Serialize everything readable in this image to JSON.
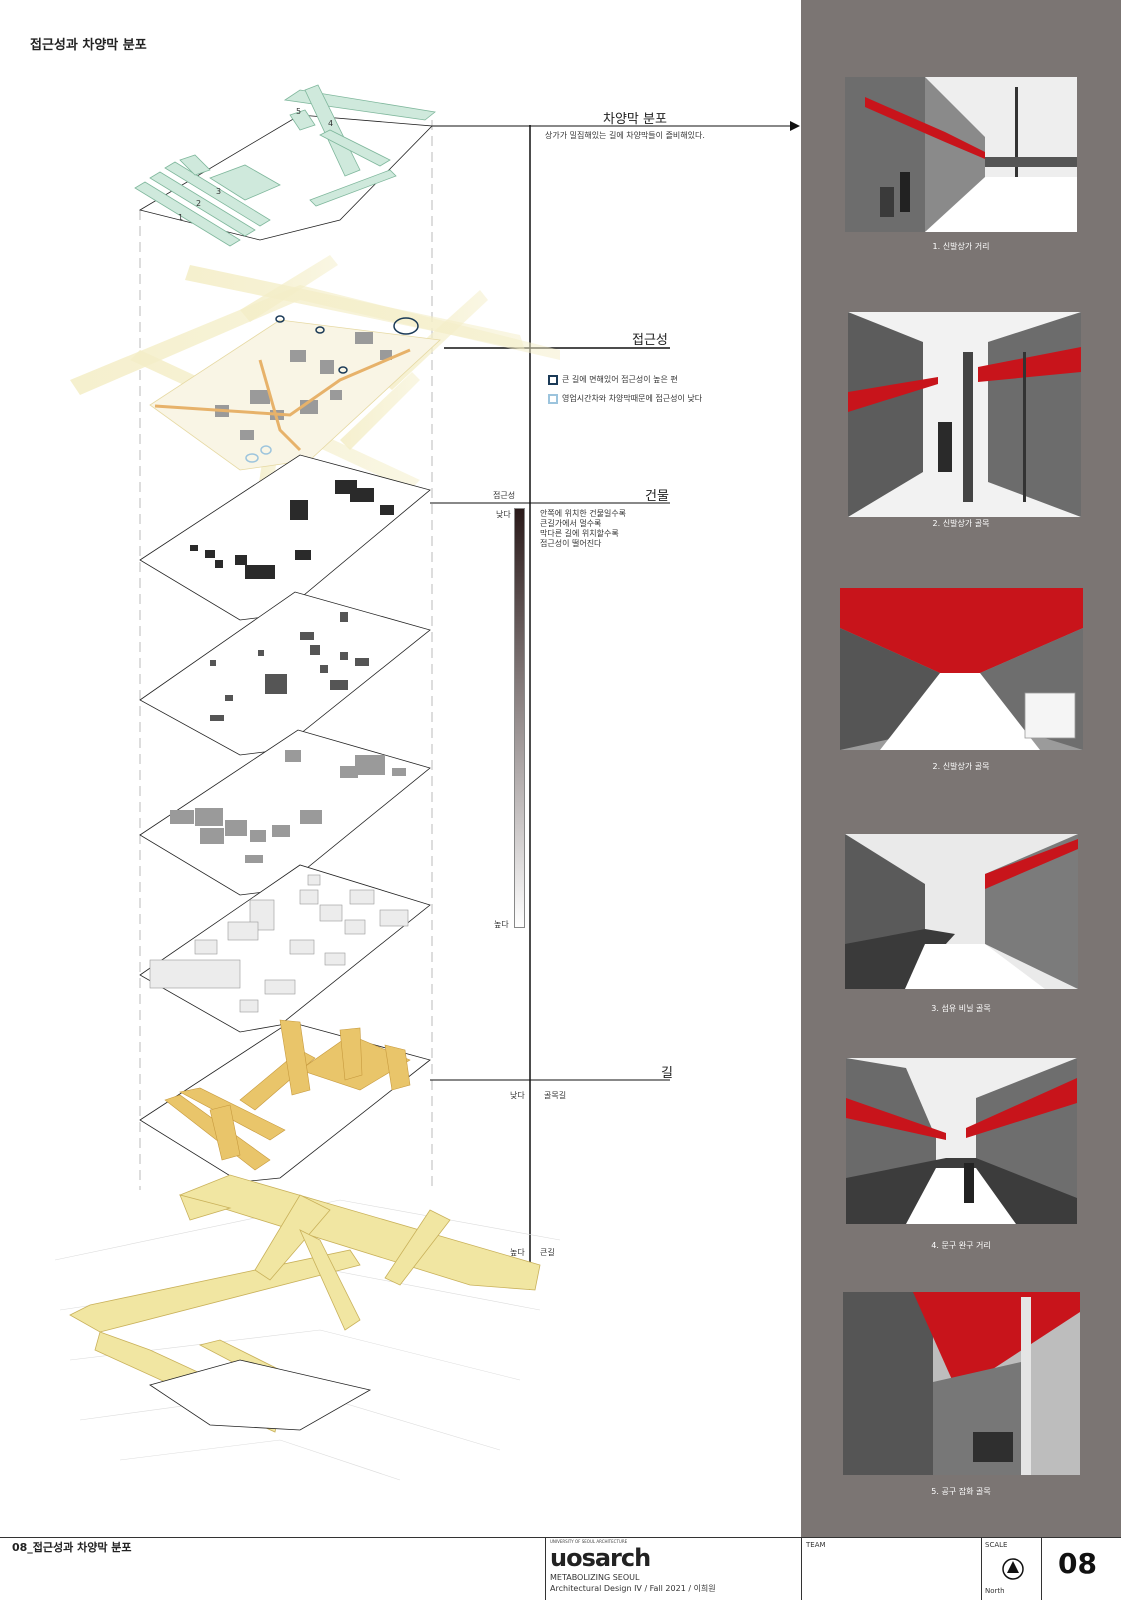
{
  "page": {
    "title": "접근성과 차양막 분포"
  },
  "layers": {
    "awning": {
      "heading": "차양막 분포",
      "description": "상가가 밀집해있는 길에 차양막들이 즐비해있다.",
      "numbers": [
        "1",
        "2",
        "3",
        "4",
        "5"
      ]
    },
    "access": {
      "heading": "접근성",
      "legend": [
        {
          "label": "큰 길에 면해있어 접근성이 높은 편",
          "color": "#1b3a57"
        },
        {
          "label": "영업시간차와 차양막때문에 접근성이 낮다",
          "color": "#9cc4dd"
        }
      ]
    },
    "building": {
      "heading": "건물",
      "axis_title": "접근성",
      "low": "낮다",
      "high": "높다",
      "description": [
        "안쪽에 위치한 건물일수록",
        "큰길가에서 멀수록",
        "막다른 길에 위치할수록",
        "접근성이 떨어진다"
      ]
    },
    "road": {
      "heading": "길",
      "low": "낮다",
      "low_label": "골목길",
      "high": "높다",
      "high_label": "큰길"
    }
  },
  "photos": [
    {
      "caption": "1. 신발상가 거리"
    },
    {
      "caption": "2. 신발상가 골목"
    },
    {
      "caption": "2. 신발상가 골목"
    },
    {
      "caption": "3. 섬유 비닐 골목"
    },
    {
      "caption": "4. 문구 완구 거리"
    },
    {
      "caption": "5. 공구 잡화 골목"
    }
  ],
  "footer": {
    "sheet_title": "08_접근성과 차양막 분포",
    "logo": "uosarch",
    "logo_small": "UNIVERSITY OF SEOUL ARCHITECTURE",
    "project": "METABOLIZING SEOUL",
    "course": "Architectural Design IV / Fall 2021 / 이희원",
    "team_label": "TEAM",
    "scale_label": "SCALE",
    "north_label": "North",
    "page_number": "08"
  },
  "colors": {
    "panel": "#7b7573",
    "awning_red": "#c8141b",
    "road_yellow": "#e9c56a",
    "green_layer": "#cfe9dc"
  }
}
